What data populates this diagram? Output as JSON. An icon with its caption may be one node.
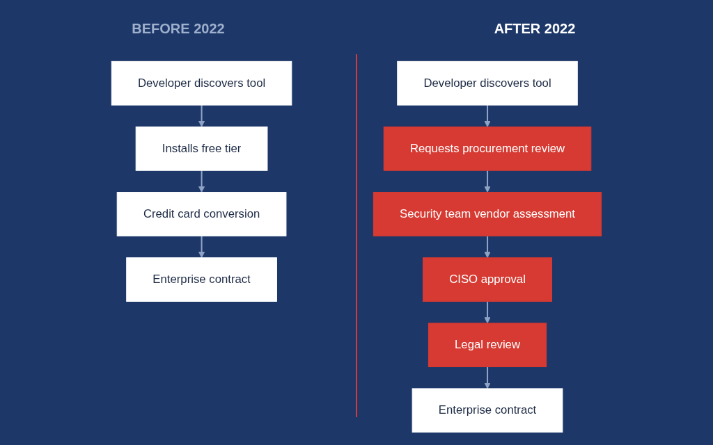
{
  "diagram": {
    "nodes": [
      {
        "text": [
          "Developer discovers tool"
        ]
      },
      {
        "text": [
          "Installs free tier"
        ]
      },
      {
        "text": [
          "Credit card conversion"
        ]
      },
      {
        "text": [
          "Enterprise contract"
        ]
      },
      {
        "text": [
          "Developer discovers tool"
        ]
      },
      {
        "text": [
          "Requests procurement review"
        ]
      },
      {
        "text": [
          "Security team vendor assessment"
        ]
      },
      {
        "text": [
          "CISO approval"
        ]
      },
      {
        "text": [
          "Legal review"
        ]
      },
      {
        "text": [
          "Enterprise contract"
        ]
      }
    ],
    "edges": [
      {
        "from": 0,
        "to": 1,
        "arrow": "to"
      },
      {
        "from": 1,
        "to": 2,
        "arrow": "to"
      },
      {
        "from": 2,
        "to": 3,
        "arrow": "to"
      },
      {
        "from": 4,
        "to": 5,
        "arrow": "to"
      },
      {
        "from": 5,
        "to": 6,
        "arrow": "to"
      },
      {
        "from": 6,
        "to": 7,
        "arrow": "to"
      },
      {
        "from": 7,
        "to": 8,
        "arrow": "to"
      },
      {
        "from": 8,
        "to": 9,
        "arrow": "to"
      }
    ],
    "labels": [
      "BEFORE 2022",
      "AFTER 2022"
    ]
  }
}
